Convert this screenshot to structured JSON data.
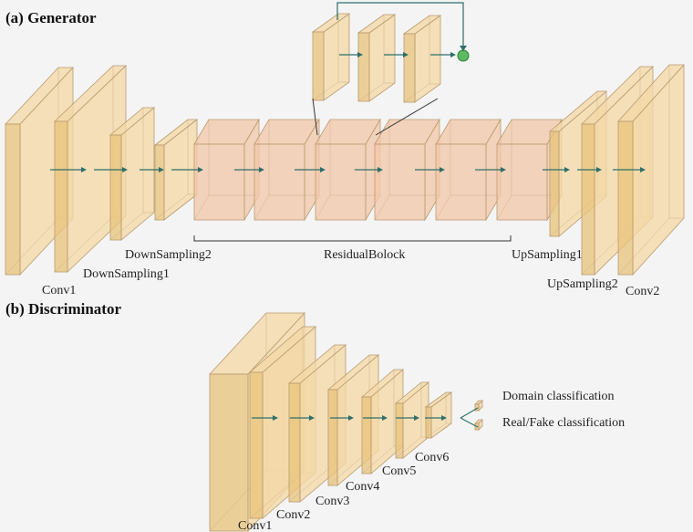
{
  "generator": {
    "title": "(a) Generator",
    "labels": {
      "conv1": "Conv1",
      "downsampling1": "DownSampling1",
      "downsampling2": "DownSampling2",
      "residual": "ResidualBolock",
      "upsampling1": "UpSampling1",
      "upsampling2": "UpSampling2",
      "conv2": "Conv2"
    }
  },
  "discriminator": {
    "title": "(b) Discriminator",
    "labels": {
      "conv1": "Conv1",
      "conv2": "Conv2",
      "conv3": "Conv3",
      "conv4": "Conv4",
      "conv5": "Conv5",
      "conv6": "Conv6"
    },
    "outputs": {
      "domain": "Domain classification",
      "realfake": "Real/Fake classification"
    }
  },
  "colors": {
    "conv_block": "#f3d9a6",
    "conv_block_dark": "#e8c47d",
    "residual_block": "#f2c8aa",
    "edge": "#b99b6e",
    "arrow": "#2e6f6a",
    "sum_node": "#5dbb63"
  }
}
